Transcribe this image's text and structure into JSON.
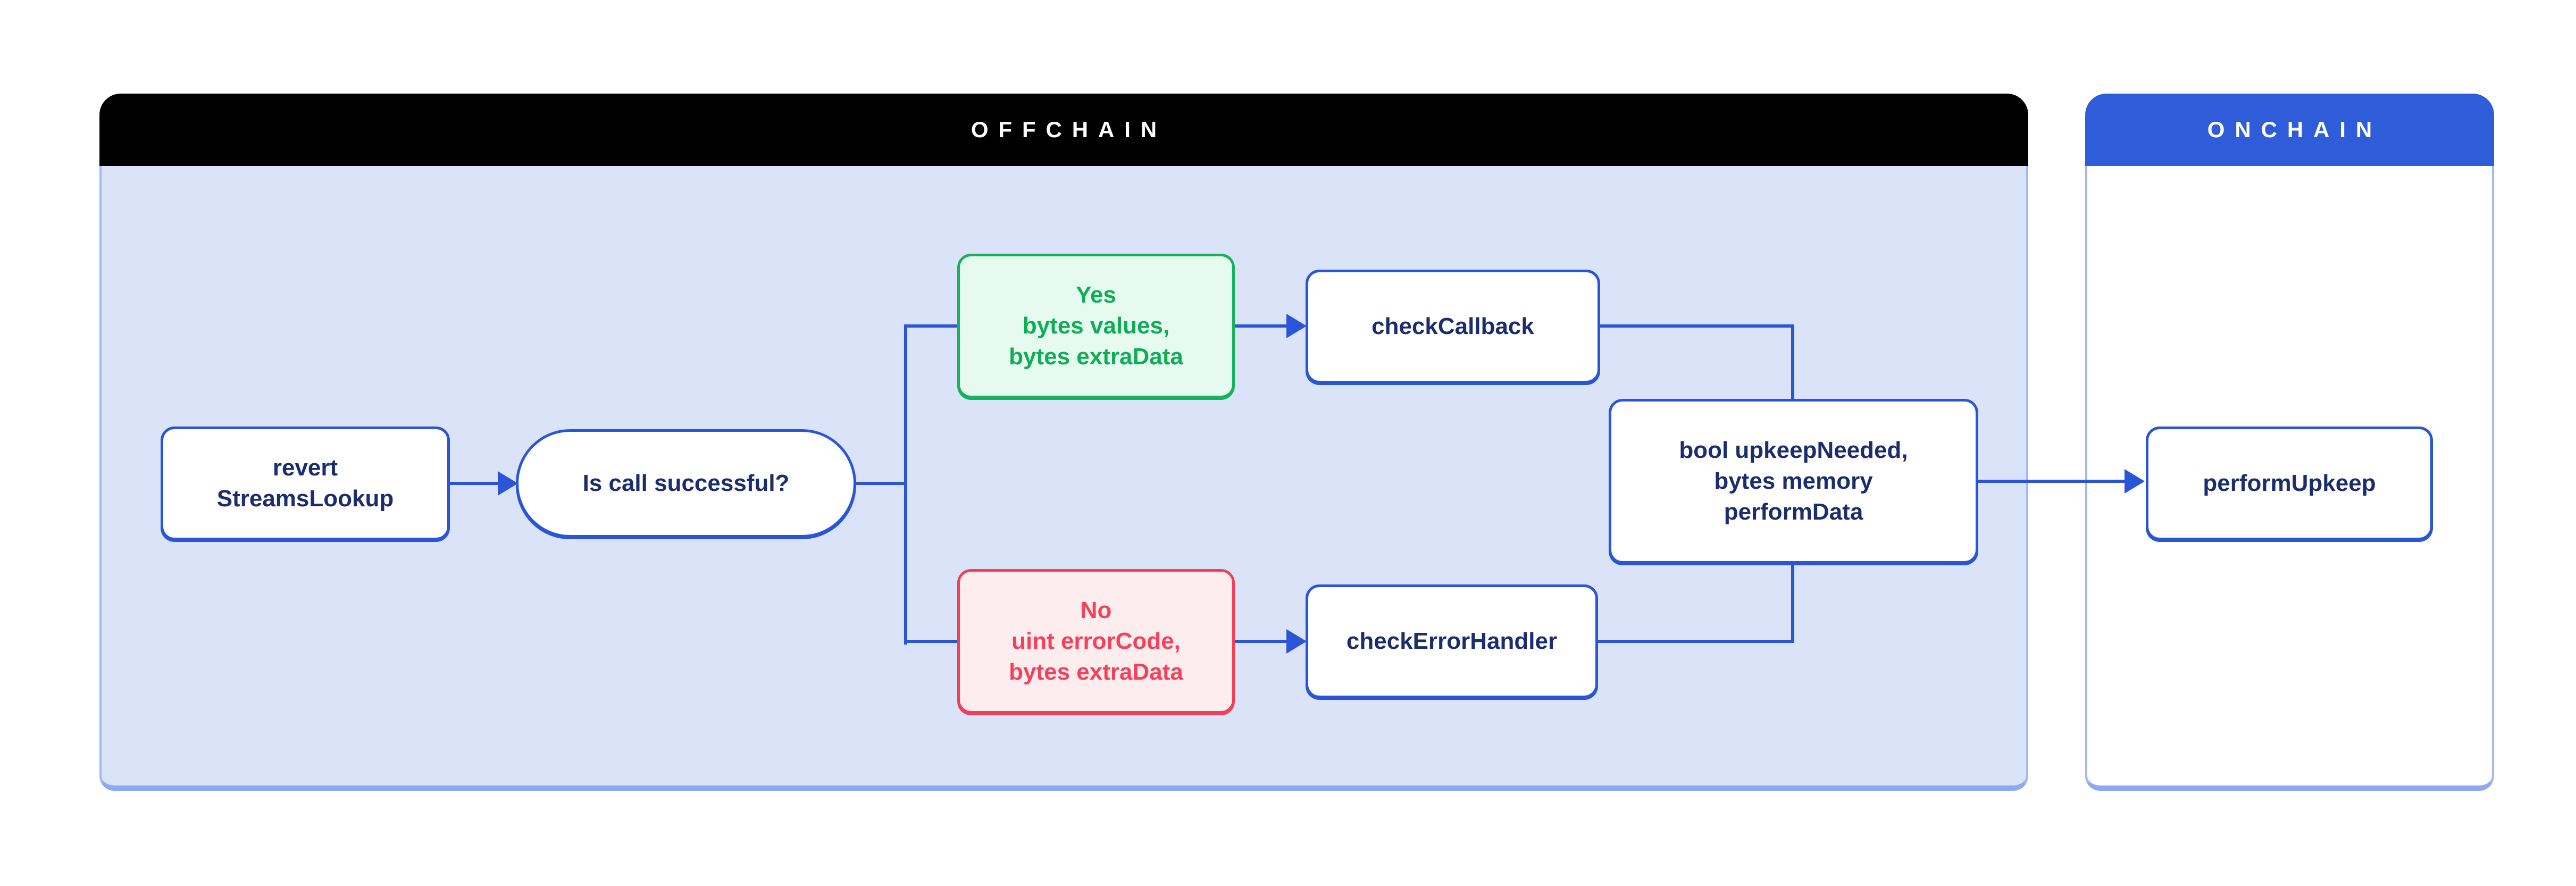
{
  "diagram": {
    "containers": {
      "offchain": {
        "title": "OFFCHAIN"
      },
      "onchain": {
        "title": "ONCHAIN"
      }
    },
    "nodes": {
      "revert_streams_lookup": {
        "lines": [
          "revert",
          "StreamsLookup"
        ]
      },
      "is_call_successful": {
        "label": "Is call successful?"
      },
      "yes_branch": {
        "lines": [
          "Yes",
          "bytes values,",
          "bytes extraData"
        ],
        "status": "success"
      },
      "no_branch": {
        "lines": [
          "No",
          "uint errorCode,",
          "bytes extraData"
        ],
        "status": "error"
      },
      "check_callback": {
        "label": "checkCallback"
      },
      "check_error_handler": {
        "label": "checkErrorHandler"
      },
      "upkeep_result": {
        "lines": [
          "bool upkeepNeeded,",
          "bytes memory",
          "performData"
        ]
      },
      "perform_upkeep": {
        "label": "performUpkeep"
      }
    },
    "edges": [
      {
        "from": "revert_streams_lookup",
        "to": "is_call_successful",
        "arrow": true
      },
      {
        "from": "is_call_successful",
        "to": "yes_branch",
        "arrow": false
      },
      {
        "from": "is_call_successful",
        "to": "no_branch",
        "arrow": false
      },
      {
        "from": "yes_branch",
        "to": "check_callback",
        "arrow": true
      },
      {
        "from": "no_branch",
        "to": "check_error_handler",
        "arrow": true
      },
      {
        "from": "check_callback",
        "to": "upkeep_result",
        "arrow": false
      },
      {
        "from": "check_error_handler",
        "to": "upkeep_result",
        "arrow": false
      },
      {
        "from": "upkeep_result",
        "to": "perform_upkeep",
        "arrow": true
      }
    ],
    "colors": {
      "line_blue": "#2a55d8",
      "navy": "#1b2d6e",
      "onchain_blue": "#2f5dd9",
      "offchain_black": "#000000",
      "lavender": "#dbe3f9",
      "container_border": "#a2b9f3",
      "container_edge": "#8fa9f0",
      "white": "#ffffff",
      "green_border": "#16b35c",
      "green_fill": "#e7faf0",
      "green_text": "#0fad55",
      "red_border": "#f23f57",
      "red_fill": "#fdedef",
      "red_text": "#f5405a"
    }
  }
}
